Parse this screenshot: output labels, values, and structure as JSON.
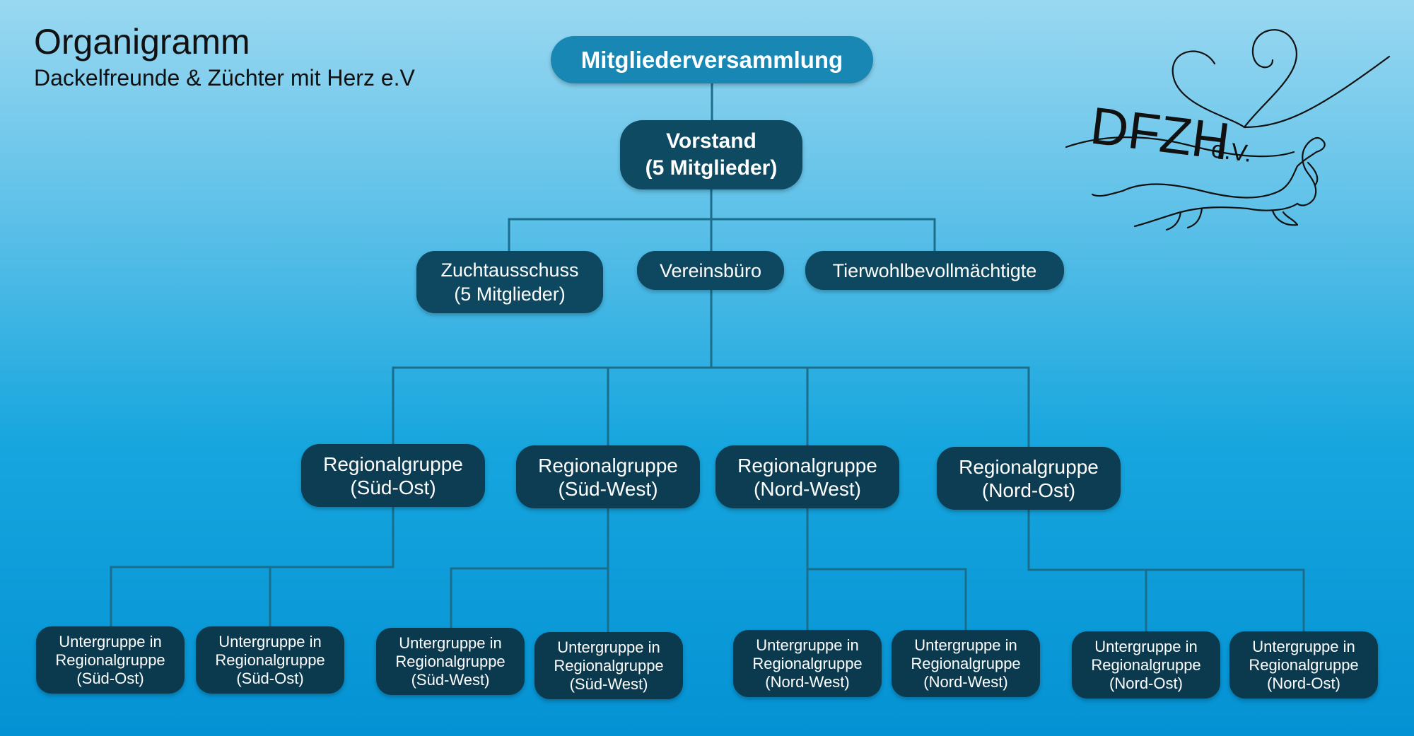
{
  "header": {
    "title": "Organigramm",
    "subtitle": "Dackelfreunde & Züchter mit Herz e.V"
  },
  "logo": {
    "text": "DFZH",
    "suffix": "e.V."
  },
  "nodes": {
    "mitgliederversammlung": {
      "line1": "Mitgliederversammlung"
    },
    "vorstand": {
      "line1": "Vorstand",
      "line2": "(5 Mitglieder)"
    },
    "zuchtausschuss": {
      "line1": "Zuchtausschuss",
      "line2": "(5 Mitglieder)"
    },
    "vereinsbuero": {
      "line1": "Vereinsbüro"
    },
    "tierwohl": {
      "line1": "Tierwohlbevollmächtigte"
    },
    "reg_so": {
      "line1": "Regionalgruppe",
      "line2": "(Süd-Ost)"
    },
    "reg_sw": {
      "line1": "Regionalgruppe",
      "line2": "(Süd-West)"
    },
    "reg_nw": {
      "line1": "Regionalgruppe",
      "line2": "(Nord-West)"
    },
    "reg_no": {
      "line1": "Regionalgruppe",
      "line2": "(Nord-Ost)"
    },
    "sub_so_1": {
      "line1": "Untergruppe in",
      "line2": "Regionalgruppe",
      "line3": "(Süd-Ost)"
    },
    "sub_so_2": {
      "line1": "Untergruppe in",
      "line2": "Regionalgruppe",
      "line3": "(Süd-Ost)"
    },
    "sub_sw_1": {
      "line1": "Untergruppe in",
      "line2": "Regionalgruppe",
      "line3": "(Süd-West)"
    },
    "sub_sw_2": {
      "line1": "Untergruppe in",
      "line2": "Regionalgruppe",
      "line3": "(Süd-West)"
    },
    "sub_nw_1": {
      "line1": "Untergruppe in",
      "line2": "Regionalgruppe",
      "line3": "(Nord-West)"
    },
    "sub_nw_2": {
      "line1": "Untergruppe in",
      "line2": "Regionalgruppe",
      "line3": "(Nord-West)"
    },
    "sub_no_1": {
      "line1": "Untergruppe in",
      "line2": "Regionalgruppe",
      "line3": "(Nord-Ost)"
    },
    "sub_no_2": {
      "line1": "Untergruppe in",
      "line2": "Regionalgruppe",
      "line3": "(Nord-Ost)"
    }
  },
  "colors": {
    "node": "#0d4760",
    "top_node": "#1887b3",
    "connector": "#1a6e8c"
  },
  "edges": [
    [
      "mitgliederversammlung",
      "vorstand"
    ],
    [
      "vorstand",
      "zuchtausschuss"
    ],
    [
      "vorstand",
      "vereinsbuero"
    ],
    [
      "vorstand",
      "tierwohl"
    ],
    [
      "vereinsbuero",
      "reg_so"
    ],
    [
      "vereinsbuero",
      "reg_sw"
    ],
    [
      "vereinsbuero",
      "reg_nw"
    ],
    [
      "vereinsbuero",
      "reg_no"
    ],
    [
      "reg_so",
      "sub_so_1"
    ],
    [
      "reg_so",
      "sub_so_2"
    ],
    [
      "reg_sw",
      "sub_sw_1"
    ],
    [
      "reg_sw",
      "sub_sw_2"
    ],
    [
      "reg_nw",
      "sub_nw_1"
    ],
    [
      "reg_nw",
      "sub_nw_2"
    ],
    [
      "reg_no",
      "sub_no_1"
    ],
    [
      "reg_no",
      "sub_no_2"
    ]
  ]
}
